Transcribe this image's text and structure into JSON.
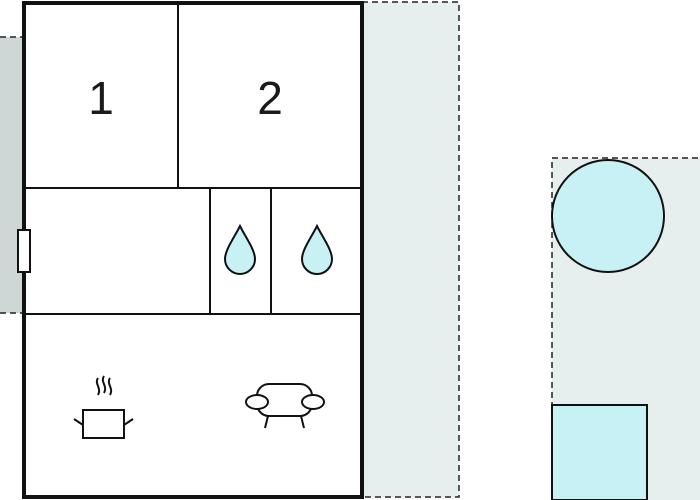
{
  "rooms": {
    "bedroom_1": {
      "label": "1",
      "icon": "bed-number"
    },
    "bedroom_2": {
      "label": "2",
      "icon": "bed-number"
    },
    "bathroom_1": {
      "icon": "water-drop-icon"
    },
    "bathroom_2": {
      "icon": "water-drop-icon"
    },
    "kitchen_living": {
      "icons": [
        "cooking-pot-icon",
        "sofa-icon"
      ]
    }
  },
  "outdoor": {
    "terrace": {
      "icon": "dashed-area"
    },
    "garden": {
      "features": [
        "round-pool",
        "square-pool"
      ]
    }
  },
  "colors": {
    "wall": "#111111",
    "outdoor_fill": "#e7eeee",
    "side_strip": "#cfd6d6",
    "water": "#c8f1f6"
  }
}
